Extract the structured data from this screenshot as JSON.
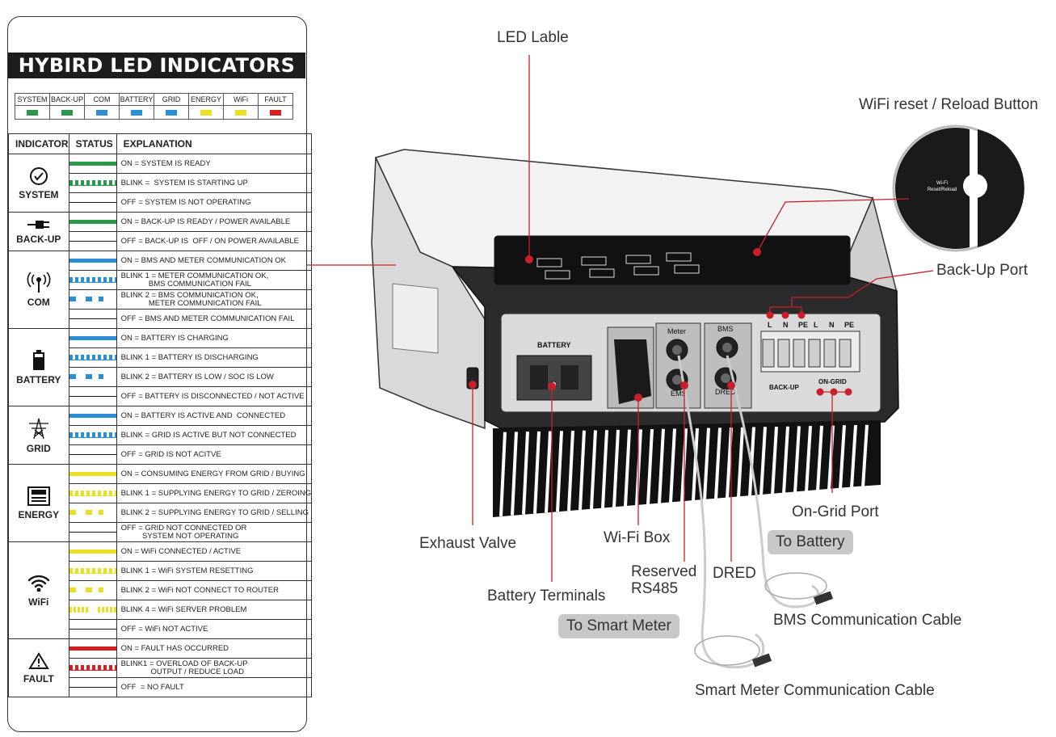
{
  "panel": {
    "title": "HYBIRD LED INDICATORS",
    "legend": [
      {
        "name": "SYSTEM",
        "color": "#2a9a4a"
      },
      {
        "name": "BACK-UP",
        "color": "#2a9a4a"
      },
      {
        "name": "COM",
        "color": "#2a8fd6"
      },
      {
        "name": "BATTERY",
        "color": "#2a8fd6"
      },
      {
        "name": "GRID",
        "color": "#2a8fd6"
      },
      {
        "name": "ENERGY",
        "color": "#e8e020"
      },
      {
        "name": "WiFi",
        "color": "#e8e020"
      },
      {
        "name": "FAULT",
        "color": "#d42020"
      }
    ],
    "headers": {
      "indicator": "INDICATOR",
      "status": "STATUS",
      "explanation": "EXPLANATION"
    },
    "groups": [
      {
        "name": "SYSTEM",
        "icon": "check-circle-icon",
        "color": "#2a9a4a",
        "rows": [
          {
            "pattern": "on",
            "text": "ON = SYSTEM IS READY"
          },
          {
            "pattern": "blink1",
            "text": "BLINK =  SYSTEM IS STARTING UP"
          },
          {
            "pattern": "off",
            "text": "OFF = SYSTEM IS NOT OPERATING"
          }
        ]
      },
      {
        "name": "BACK-UP",
        "icon": "plug-icon",
        "color": "#2a9a4a",
        "rows": [
          {
            "pattern": "on",
            "text": "ON = BACK-UP IS READY / POWER AVAILABLE"
          },
          {
            "pattern": "off",
            "text": "OFF = BACK-UP IS  OFF / ON POWER AVAILABLE"
          }
        ]
      },
      {
        "name": "COM",
        "icon": "antenna-icon",
        "color": "#2a8fd6",
        "rows": [
          {
            "pattern": "on",
            "text": "ON = BMS AND METER COMMUNICATION OK"
          },
          {
            "pattern": "blink1",
            "text": "BLINK 1 = METER COMMUNICATION OK,\n             BMS COMMUNICATION FAIL"
          },
          {
            "pattern": "blink2",
            "text": "BLINK 2 = BMS COMMUNICATION OK,\n             METER COMMUNICATION FAIL"
          },
          {
            "pattern": "off",
            "text": "OFF = BMS AND METER COMMUNICATION FAIL"
          }
        ]
      },
      {
        "name": "BATTERY",
        "icon": "battery-icon",
        "color": "#2a8fd6",
        "rows": [
          {
            "pattern": "on",
            "text": "ON = BATTERY IS CHARGING"
          },
          {
            "pattern": "blink1",
            "text": "BLINK 1 = BATTERY IS DISCHARGING"
          },
          {
            "pattern": "blink2",
            "text": "BLINK 2 = BATTERY IS LOW / SOC IS LOW"
          },
          {
            "pattern": "off",
            "text": "OFF = BATTERY IS DISCONNECTED / NOT ACTIVE"
          }
        ]
      },
      {
        "name": "GRID",
        "icon": "power-tower-icon",
        "color": "#2a8fd6",
        "rows": [
          {
            "pattern": "on",
            "text": "ON = BATTERY IS ACTIVE AND  CONNECTED"
          },
          {
            "pattern": "blink1",
            "text": "BLINK = GRID IS ACTIVE BUT NOT CONNECTED"
          },
          {
            "pattern": "off",
            "text": "OFF = GRID IS NOT ACITVE"
          }
        ]
      },
      {
        "name": "ENERGY",
        "icon": "energy-meter-icon",
        "color": "#e8e020",
        "rows": [
          {
            "pattern": "on",
            "text": "ON = CONSUMING ENERGY FROM GRID / BUYING"
          },
          {
            "pattern": "blink1",
            "text": "BLINK 1 = SUPPLYING ENERGY TO GRID / ZEROING"
          },
          {
            "pattern": "blink2",
            "text": "BLINK 2 = SUPPLYING ENERGY TO GRID / SELLING"
          },
          {
            "pattern": "off",
            "text": "OFF = GRID NOT CONNECTED OR\n          SYSTEM NOT OPERATING"
          }
        ]
      },
      {
        "name": "WiFi",
        "icon": "wifi-icon",
        "color": "#e8e020",
        "rows": [
          {
            "pattern": "on",
            "text": "ON = WiFi CONNECTED / ACTIVE"
          },
          {
            "pattern": "blink1",
            "text": "BLINK 1 = WiFi SYSTEM RESETTING"
          },
          {
            "pattern": "blink2",
            "text": "BLINK 2 = WiFi NOT CONNECT TO ROUTER"
          },
          {
            "pattern": "blink4",
            "text": "BLINK 4 = WiFi SERVER PROBLEM"
          },
          {
            "pattern": "off",
            "text": "OFF = WiFi NOT ACTIVE"
          }
        ]
      },
      {
        "name": "FAULT",
        "icon": "warning-icon",
        "color": "#d42020",
        "rows": [
          {
            "pattern": "on",
            "text": "ON = FAULT HAS OCCURRED"
          },
          {
            "pattern": "blink1",
            "text": "BLINK1 = OVERLOAD OF BACK-UP\n              OUTPUT / REDUCE LOAD"
          },
          {
            "pattern": "off",
            "text": "OFF  = NO FAULT"
          }
        ]
      }
    ]
  },
  "callouts": {
    "led_label": "LED Lable",
    "wifi_reset": "WiFi reset / Reload Button",
    "backup_port": "Back-Up Port",
    "ongrid_port": "On-Grid Port",
    "exhaust_valve": "Exhaust Valve",
    "wifi_box": "Wi-Fi Box",
    "reserved": "Reserved",
    "rs485": "RS485",
    "dred": "DRED",
    "battery_terminals": "Battery Terminals",
    "to_battery": "To Battery",
    "to_smart_meter": "To Smart Meter",
    "bms_cable": "BMS Communication Cable",
    "smart_meter_cable": "Smart Meter Communication Cable"
  },
  "device": {
    "battery_label": "BATTERY",
    "meter_label": "Meter",
    "bms_label": "BMS",
    "ems_label": "EMS",
    "dred_label": "DRED",
    "backup_label": "BACK-UP",
    "ongrid_label": "ON-GRID",
    "terminal_labels": [
      "L",
      "N",
      "PE",
      "L",
      "N",
      "PE"
    ],
    "reset_text_1": "Wi-Fi",
    "reset_text_2": "Reset/Reload"
  },
  "colors": {
    "callout": "#c8202a",
    "dark": "#1d1d1b",
    "grey": "#c8c8c8"
  }
}
